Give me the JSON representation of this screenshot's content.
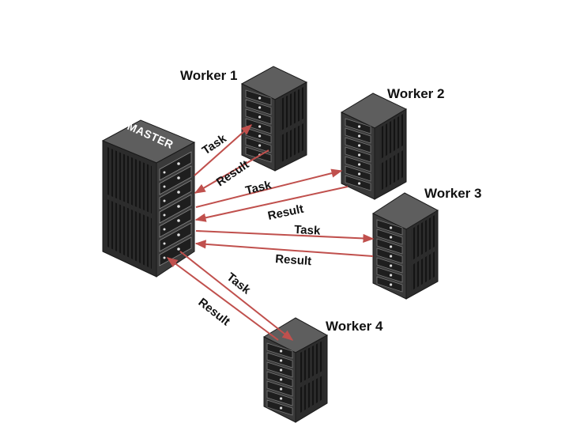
{
  "master": {
    "label": "MASTER"
  },
  "workers": [
    {
      "label": "Worker 1"
    },
    {
      "label": "Worker 2"
    },
    {
      "label": "Worker 3"
    },
    {
      "label": "Worker 4"
    }
  ],
  "flows": [
    {
      "worker": "Worker 1",
      "task_label": "Task",
      "result_label": "Result"
    },
    {
      "worker": "Worker 2",
      "task_label": "Task",
      "result_label": "Result"
    },
    {
      "worker": "Worker 3",
      "task_label": "Task",
      "result_label": "Result"
    },
    {
      "worker": "Worker 4",
      "task_label": "Task",
      "result_label": "Result"
    }
  ],
  "colors": {
    "arrow": "#c0504d",
    "server_front": "#3a3a3a",
    "server_side": "#262626",
    "server_top": "#5a5a5a",
    "label_text": "#111111"
  }
}
